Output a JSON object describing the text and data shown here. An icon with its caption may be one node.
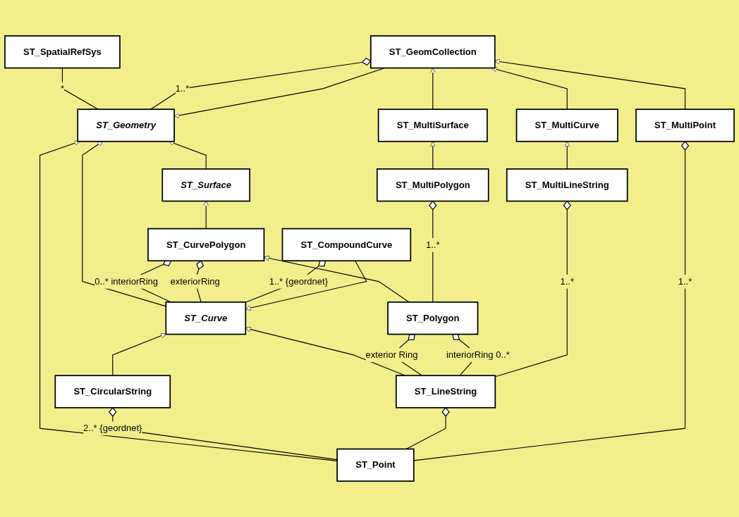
{
  "diagram": {
    "nodes": [
      {
        "text": [
          "ST_Geometry"
        ]
      },
      {
        "text": [
          "ST_SpatialRefSys"
        ]
      },
      {
        "text": [
          "ST_Curve"
        ]
      },
      {
        "text": [
          "ST_Surface"
        ]
      },
      {
        "text": [
          "ST_GeomCollection"
        ]
      },
      {
        "text": [
          "ST_CurvePolygon"
        ]
      },
      {
        "text": [
          "ST_MultiSurface"
        ]
      },
      {
        "text": [
          "ST_MultiCurve"
        ]
      },
      {
        "text": [
          "ST_Polygon"
        ]
      },
      {
        "text": [
          "ST_LineString"
        ]
      },
      {
        "text": [
          "ST_MultiPolygon"
        ]
      },
      {
        "text": [
          "ST_MultiLineString"
        ]
      },
      {
        "text": [
          "ST_CircularString"
        ]
      },
      {
        "text": [
          "ST_MultiPoint"
        ]
      },
      {
        "text": [
          "ST_CompoundCurve"
        ]
      },
      {
        "text": [
          "ST_Point"
        ]
      }
    ],
    "edges": [
      {
        "from": 15,
        "to": 0,
        "arrow": "to"
      },
      {
        "from": 2,
        "to": 0,
        "arrow": "to"
      },
      {
        "from": 3,
        "to": 0,
        "arrow": "to"
      },
      {
        "from": 4,
        "to": 0,
        "arrow": "to"
      },
      {
        "from": 0,
        "to": 1,
        "arrow": "none",
        "label": "*"
      },
      {
        "from": 0,
        "to": 4,
        "arrow": "other",
        "label": "1..*"
      },
      {
        "from": 12,
        "to": 2,
        "arrow": "to"
      },
      {
        "from": 9,
        "to": 2,
        "arrow": "to"
      },
      {
        "from": 14,
        "to": 2,
        "arrow": "to"
      },
      {
        "from": 5,
        "to": 3,
        "arrow": "to"
      },
      {
        "from": 8,
        "to": 5,
        "arrow": "to"
      },
      {
        "from": 6,
        "to": 4,
        "arrow": "to"
      },
      {
        "from": 7,
        "to": 4,
        "arrow": "to"
      },
      {
        "from": 13,
        "to": 4,
        "arrow": "to"
      },
      {
        "from": 10,
        "to": 6,
        "arrow": "to"
      },
      {
        "from": 11,
        "to": 7,
        "arrow": "to"
      },
      {
        "from": 2,
        "to": 5,
        "arrow": "other",
        "label": "0..* interiorRing"
      },
      {
        "from": 2,
        "to": 5,
        "arrow": "other",
        "label": "exteriorRing"
      },
      {
        "from": 9,
        "to": 8,
        "arrow": "other",
        "label": "exterior Ring"
      },
      {
        "from": 9,
        "to": 8,
        "arrow": "other",
        "label": "interiorRing 0..*"
      },
      {
        "from": 2,
        "to": 14,
        "arrow": "other",
        "label": "1..* {geordnet}"
      },
      {
        "from": 15,
        "to": 12,
        "arrow": "other",
        "label": "2..* {geordnet}"
      },
      {
        "from": 15,
        "to": 9,
        "arrow": "other"
      },
      {
        "from": 15,
        "to": 13,
        "arrow": "other",
        "label": "1..*"
      },
      {
        "from": 8,
        "to": 10,
        "arrow": "other",
        "label": "1..*"
      },
      {
        "from": 9,
        "to": 11,
        "arrow": "other",
        "label": "1..*"
      }
    ]
  }
}
